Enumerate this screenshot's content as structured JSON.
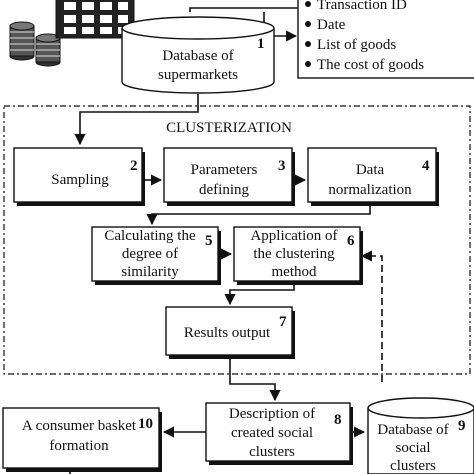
{
  "database": {
    "label_line1": "Database of",
    "label_line2": "supermarkets",
    "number": "1"
  },
  "fields": {
    "items": [
      "Transaction ID",
      "Date",
      "List of goods",
      "The cost of goods"
    ]
  },
  "cluster_title": "CLUSTERIZATION",
  "steps": {
    "sampling": {
      "label_line1": "Sampling",
      "number": "2"
    },
    "parameters": {
      "label_line1": "Parameters",
      "label_line2": "defining",
      "number": "3"
    },
    "normalization": {
      "label_line1": "Data",
      "label_line2": "normalization",
      "number": "4"
    },
    "similarity": {
      "label_line1": "Calculating the",
      "label_line2": "degree of",
      "label_line3": "similarity",
      "number": "5"
    },
    "clustering": {
      "label_line1": "Application of",
      "label_line2": "the clustering",
      "label_line3": "method",
      "number": "6"
    },
    "results": {
      "label_line1": "Results output",
      "number": "7"
    },
    "description": {
      "label_line1": "Description of",
      "label_line2": "created social",
      "label_line3": "clusters",
      "number": "8"
    },
    "social_db": {
      "label_line1": "Database of",
      "label_line2": "social",
      "label_line3": "clusters",
      "number": "9"
    },
    "basket": {
      "label_line1": "A consumer basket",
      "label_line2": "formation",
      "number": "10"
    }
  },
  "colors": {
    "stroke": "#111111",
    "fill": "#ffffff"
  }
}
